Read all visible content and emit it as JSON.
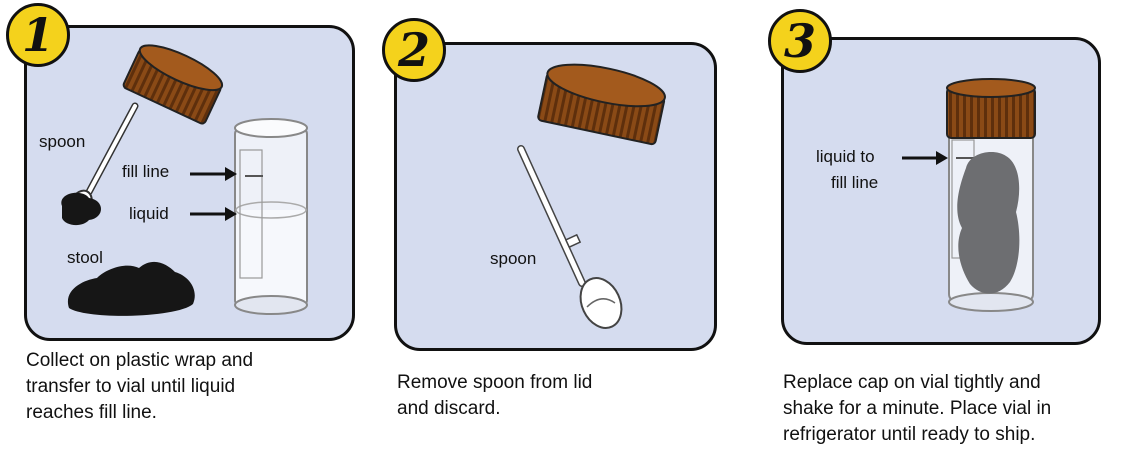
{
  "steps": [
    {
      "number": "1",
      "labels": {
        "spoon": "spoon",
        "fill_line": "fill line",
        "liquid": "liquid",
        "stool": "stool"
      },
      "caption": [
        "Collect on plastic wrap and",
        "transfer to vial until liquid",
        "reaches fill line."
      ]
    },
    {
      "number": "2",
      "labels": {
        "spoon": "spoon"
      },
      "caption": [
        "Remove spoon from lid",
        "and discard."
      ]
    },
    {
      "number": "3",
      "labels": {
        "liquid_to_fill_line": [
          "liquid to",
          "fill line"
        ]
      },
      "caption": [
        "Replace cap on vial tightly and",
        "shake for a minute. Place vial in",
        "refrigerator until ready to ship."
      ]
    }
  ],
  "colors": {
    "panel_bg": "#d5dcef",
    "badge": "#f4d21c",
    "cap": "#8a4a16",
    "stool": "#161616",
    "vial": "#eef1f8"
  },
  "icons": [
    "cap-icon",
    "spoon-icon",
    "vial-icon",
    "stool-icon",
    "arrow-icon"
  ]
}
